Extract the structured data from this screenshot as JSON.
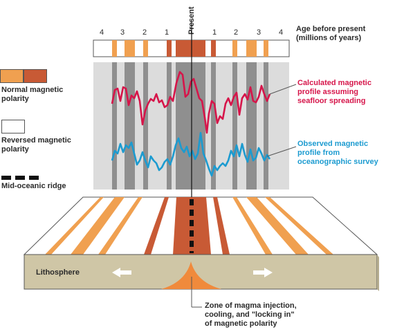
{
  "colors": {
    "normal": "#f0a050",
    "normal_dark": "#c85a35",
    "reversed": "#ffffff",
    "stripe": "#8f8f8f",
    "band_bg": "#dcdcdc",
    "calculated": "#d6154a",
    "observed": "#1c9bd0",
    "crust": "#cfc6a6",
    "magma": "#f08a3c"
  },
  "timeline": {
    "ticks": [
      "4",
      "3",
      "2",
      "1",
      "Present",
      "1",
      "2",
      "3",
      "4"
    ],
    "age_label_line1": "Age before present",
    "age_label_line2": "(millions of years)"
  },
  "legend": {
    "normal_line1": "Normal magnetic",
    "normal_line2": "polarity",
    "reversed_line1": "Reversed magnetic",
    "reversed_line2": "polarity",
    "ridge": "Mid-oceanic ridge"
  },
  "profiles": {
    "calculated_line1": "Calculated magnetic",
    "calculated_line2": "profile assuming",
    "calculated_line3": "seafloor spreading",
    "observed_line1": "Observed magnetic",
    "observed_line2": "profile from",
    "observed_line3": "oceanographic survey"
  },
  "block": {
    "lithosphere": "Lithosphere",
    "zone_line1": "Zone of magma injection,",
    "zone_line2": "cooling, and \"locking in\"",
    "zone_line3": "of magnetic polarity"
  }
}
